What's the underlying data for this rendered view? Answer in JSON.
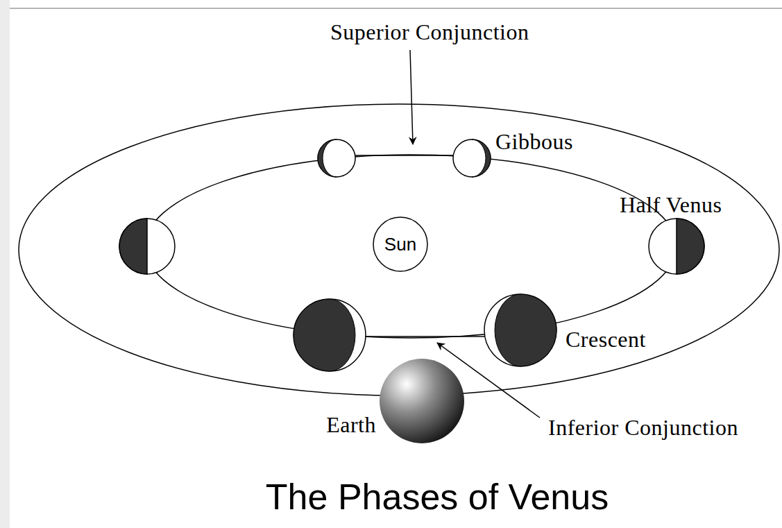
{
  "diagram": {
    "title": "The Phases of Venus",
    "nodes": [
      {
        "text": [
          "Sun"
        ]
      },
      {
        "text": [
          "Earth"
        ]
      }
    ],
    "labels": [
      "Superior Conjunction",
      "Gibbous",
      "Half Venus",
      "Crescent",
      "Inferior Conjunction"
    ]
  }
}
